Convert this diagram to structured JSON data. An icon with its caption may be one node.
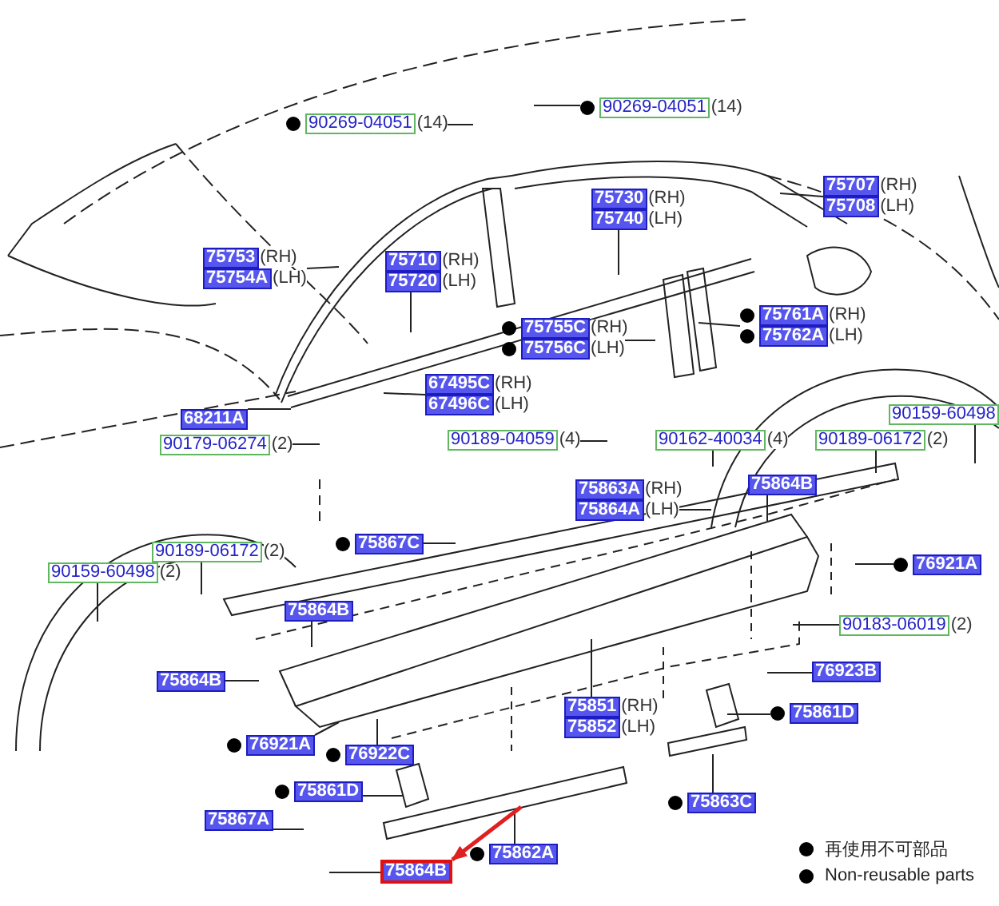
{
  "diagram": {
    "nodes": [
      {
        "text": [
          "90269-04051"
        ],
        "beside": [
          "(14)"
        ]
      },
      {
        "text": [
          "90269-04051"
        ],
        "beside": [
          "(14)"
        ]
      },
      {
        "text": [
          "75753"
        ],
        "beside": [
          "(RH)"
        ]
      },
      {
        "text": [
          "75754A"
        ],
        "beside": [
          "(LH)"
        ]
      },
      {
        "text": [
          "75710"
        ],
        "beside": [
          "(RH)"
        ]
      },
      {
        "text": [
          "75720"
        ],
        "beside": [
          "(LH)"
        ]
      },
      {
        "text": [
          "75730"
        ],
        "beside": [
          "(RH)"
        ]
      },
      {
        "text": [
          "75740"
        ],
        "beside": [
          "(LH)"
        ]
      },
      {
        "text": [
          "75707"
        ],
        "beside": [
          "(RH)"
        ]
      },
      {
        "text": [
          "75708"
        ],
        "beside": [
          "(LH)"
        ]
      },
      {
        "text": [
          "75755C"
        ],
        "beside": [
          "(RH)"
        ]
      },
      {
        "text": [
          "75756C"
        ],
        "beside": [
          "(LH)"
        ]
      },
      {
        "text": [
          "75761A"
        ],
        "beside": [
          "(RH)"
        ]
      },
      {
        "text": [
          "75762A"
        ],
        "beside": [
          "(LH)"
        ]
      },
      {
        "text": [
          "67495C"
        ],
        "beside": [
          "(RH)"
        ]
      },
      {
        "text": [
          "67496C"
        ],
        "beside": [
          "(LH)"
        ]
      },
      {
        "text": [
          "68211A"
        ]
      },
      {
        "text": [
          "90179-06274"
        ],
        "beside": [
          "(2)"
        ]
      },
      {
        "text": [
          "90189-04059"
        ],
        "beside": [
          "(4)"
        ]
      },
      {
        "text": [
          "90162-40034"
        ],
        "beside": [
          "(4)"
        ]
      },
      {
        "text": [
          "90189-06172"
        ],
        "beside": [
          "(2)"
        ]
      },
      {
        "text": [
          "90159-60498"
        ]
      },
      {
        "text": [
          "75863A"
        ],
        "beside": [
          "(RH)"
        ]
      },
      {
        "text": [
          "75864A"
        ],
        "beside": [
          "(LH)"
        ]
      },
      {
        "text": [
          "75864B"
        ]
      },
      {
        "text": [
          "75867C"
        ]
      },
      {
        "text": [
          "76921A"
        ]
      },
      {
        "text": [
          "90189-06172"
        ],
        "beside": [
          "(2)"
        ]
      },
      {
        "text": [
          "90159-60498"
        ],
        "beside": [
          "(2)"
        ]
      },
      {
        "text": [
          "75864B"
        ]
      },
      {
        "text": [
          "90183-06019"
        ],
        "beside": [
          "(2)"
        ]
      },
      {
        "text": [
          "76923B"
        ]
      },
      {
        "text": [
          "75864B"
        ]
      },
      {
        "text": [
          "75851"
        ],
        "beside": [
          "(RH)"
        ]
      },
      {
        "text": [
          "75852"
        ],
        "beside": [
          "(LH)"
        ]
      },
      {
        "text": [
          "75861D"
        ]
      },
      {
        "text": [
          "76921A"
        ]
      },
      {
        "text": [
          "76922C"
        ]
      },
      {
        "text": [
          "75861D"
        ]
      },
      {
        "text": [
          "75867A"
        ]
      },
      {
        "text": [
          "75863C"
        ]
      },
      {
        "text": [
          "75862A"
        ]
      },
      {
        "text": [
          "75864B"
        ]
      }
    ],
    "edges": [
      {
        "from": 0,
        "to": null,
        "arrow": "none"
      },
      {
        "from": 1,
        "to": null,
        "arrow": "none"
      },
      {
        "from": 3,
        "to": null,
        "arrow": "none"
      },
      {
        "from": 5,
        "to": null,
        "arrow": "none"
      },
      {
        "from": 7,
        "to": null,
        "arrow": "none"
      },
      {
        "from": 9,
        "to": null,
        "arrow": "none"
      },
      {
        "from": 11,
        "to": null,
        "arrow": "none"
      },
      {
        "from": 13,
        "to": null,
        "arrow": "none"
      },
      {
        "from": 15,
        "to": null,
        "arrow": "none"
      },
      {
        "from": 16,
        "to": null,
        "arrow": "none"
      },
      {
        "from": 17,
        "to": null,
        "arrow": "none"
      },
      {
        "from": 18,
        "to": null,
        "arrow": "none"
      },
      {
        "from": 19,
        "to": null,
        "arrow": "none"
      },
      {
        "from": 20,
        "to": null,
        "arrow": "none"
      },
      {
        "from": 21,
        "to": null,
        "arrow": "none"
      },
      {
        "from": 23,
        "to": null,
        "arrow": "none"
      },
      {
        "from": 24,
        "to": null,
        "arrow": "none"
      },
      {
        "from": 25,
        "to": null,
        "arrow": "none"
      },
      {
        "from": 26,
        "to": null,
        "arrow": "none"
      },
      {
        "from": 27,
        "to": null,
        "arrow": "none"
      },
      {
        "from": 28,
        "to": null,
        "arrow": "none"
      },
      {
        "from": 29,
        "to": null,
        "arrow": "none"
      },
      {
        "from": 30,
        "to": null,
        "arrow": "none"
      },
      {
        "from": 31,
        "to": null,
        "arrow": "none"
      },
      {
        "from": 32,
        "to": null,
        "arrow": "none"
      },
      {
        "from": 33,
        "to": null,
        "arrow": "none"
      },
      {
        "from": 35,
        "to": null,
        "arrow": "none"
      },
      {
        "from": 36,
        "to": null,
        "arrow": "none"
      },
      {
        "from": 37,
        "to": null,
        "arrow": "none"
      },
      {
        "from": 38,
        "to": null,
        "arrow": "none"
      },
      {
        "from": 39,
        "to": null,
        "arrow": "none"
      },
      {
        "from": 40,
        "to": null,
        "arrow": "none"
      },
      {
        "from": 41,
        "to": null,
        "arrow": "none"
      },
      {
        "from": 42,
        "to": null,
        "arrow": "none"
      },
      {
        "from": null,
        "to": 42,
        "arrow": "to",
        "style": "thick",
        "color": "#e02020"
      }
    ],
    "legend": [
      {
        "text": "再使用不可部品"
      },
      {
        "text": "Non-reusable parts"
      }
    ]
  }
}
